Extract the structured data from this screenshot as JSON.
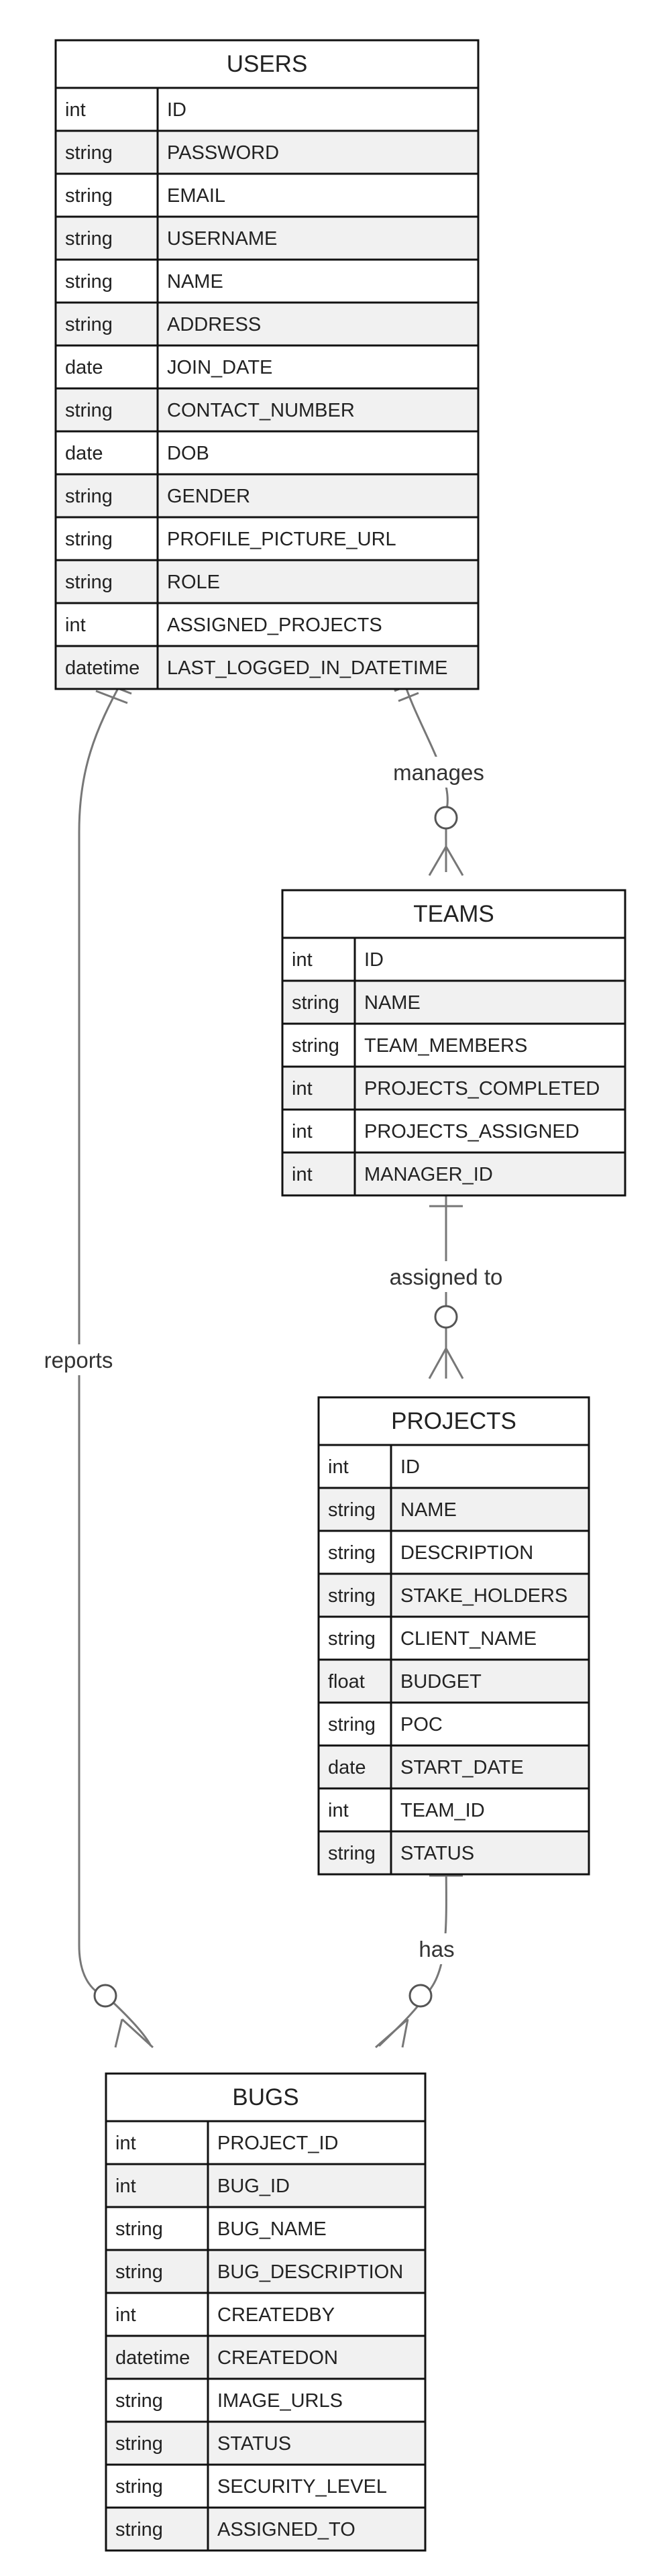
{
  "entities": [
    {
      "id": "users",
      "name": "USERS",
      "attributes": [
        {
          "type": "int",
          "name": "ID"
        },
        {
          "type": "string",
          "name": "PASSWORD"
        },
        {
          "type": "string",
          "name": "EMAIL"
        },
        {
          "type": "string",
          "name": "USERNAME"
        },
        {
          "type": "string",
          "name": "NAME"
        },
        {
          "type": "string",
          "name": "ADDRESS"
        },
        {
          "type": "date",
          "name": "JOIN_DATE"
        },
        {
          "type": "string",
          "name": "CONTACT_NUMBER"
        },
        {
          "type": "date",
          "name": "DOB"
        },
        {
          "type": "string",
          "name": "GENDER"
        },
        {
          "type": "string",
          "name": "PROFILE_PICTURE_URL"
        },
        {
          "type": "string",
          "name": "ROLE"
        },
        {
          "type": "int",
          "name": "ASSIGNED_PROJECTS"
        },
        {
          "type": "datetime",
          "name": "LAST_LOGGED_IN_DATETIME"
        }
      ]
    },
    {
      "id": "teams",
      "name": "TEAMS",
      "attributes": [
        {
          "type": "int",
          "name": "ID"
        },
        {
          "type": "string",
          "name": "NAME"
        },
        {
          "type": "string",
          "name": "TEAM_MEMBERS"
        },
        {
          "type": "int",
          "name": "PROJECTS_COMPLETED"
        },
        {
          "type": "int",
          "name": "PROJECTS_ASSIGNED"
        },
        {
          "type": "int",
          "name": "MANAGER_ID"
        }
      ]
    },
    {
      "id": "projects",
      "name": "PROJECTS",
      "attributes": [
        {
          "type": "int",
          "name": "ID"
        },
        {
          "type": "string",
          "name": "NAME"
        },
        {
          "type": "string",
          "name": "DESCRIPTION"
        },
        {
          "type": "string",
          "name": "STAKE_HOLDERS"
        },
        {
          "type": "string",
          "name": "CLIENT_NAME"
        },
        {
          "type": "float",
          "name": "BUDGET"
        },
        {
          "type": "string",
          "name": "POC"
        },
        {
          "type": "date",
          "name": "START_DATE"
        },
        {
          "type": "int",
          "name": "TEAM_ID"
        },
        {
          "type": "string",
          "name": "STATUS"
        }
      ]
    },
    {
      "id": "bugs",
      "name": "BUGS",
      "attributes": [
        {
          "type": "int",
          "name": "PROJECT_ID"
        },
        {
          "type": "int",
          "name": "BUG_ID"
        },
        {
          "type": "string",
          "name": "BUG_NAME"
        },
        {
          "type": "string",
          "name": "BUG_DESCRIPTION"
        },
        {
          "type": "int",
          "name": "CREATEDBY"
        },
        {
          "type": "datetime",
          "name": "CREATEDON"
        },
        {
          "type": "string",
          "name": "IMAGE_URLS"
        },
        {
          "type": "string",
          "name": "STATUS"
        },
        {
          "type": "string",
          "name": "SECURITY_LEVEL"
        },
        {
          "type": "string",
          "name": "ASSIGNED_TO"
        }
      ]
    }
  ],
  "relationships": [
    {
      "from": "users",
      "to": "teams",
      "label": "manages",
      "from_cardinality": "exactly-one",
      "to_cardinality": "zero-or-many"
    },
    {
      "from": "teams",
      "to": "projects",
      "label": "assigned to",
      "from_cardinality": "exactly-one",
      "to_cardinality": "zero-or-many"
    },
    {
      "from": "projects",
      "to": "bugs",
      "label": "has",
      "from_cardinality": "exactly-one",
      "to_cardinality": "zero-or-many"
    },
    {
      "from": "users",
      "to": "bugs",
      "label": "reports",
      "from_cardinality": "exactly-one",
      "to_cardinality": "zero-or-many"
    }
  ],
  "colors": {
    "border": "#111111",
    "row_alt": "#f1f1f1",
    "connector": "#777777",
    "text": "#222222"
  }
}
